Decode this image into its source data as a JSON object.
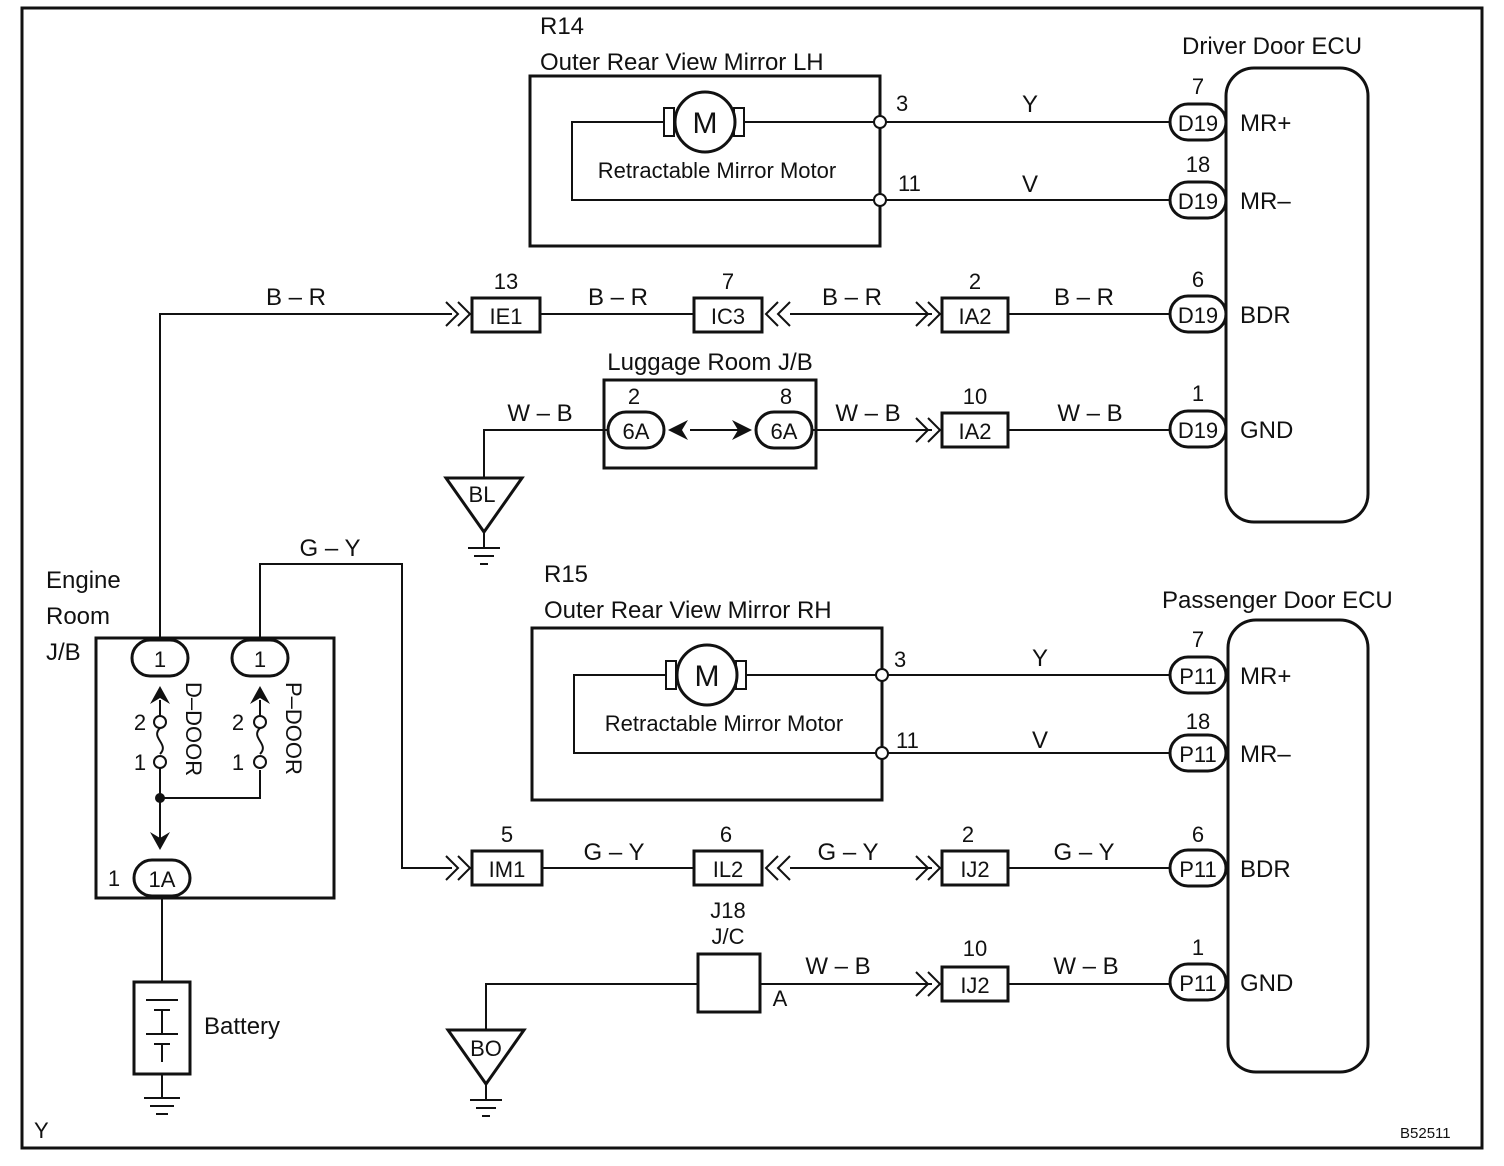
{
  "footer": {
    "code": "Y",
    "figure_id": "B52511"
  },
  "r14": {
    "id": "R14",
    "name": "Outer Rear View Mirror LH",
    "motor_symbol": "M",
    "motor_label": "Retractable Mirror Motor",
    "pin_top": "3",
    "pin_bottom": "11"
  },
  "r15": {
    "id": "R15",
    "name": "Outer Rear View Mirror RH",
    "motor_symbol": "M",
    "motor_label": "Retractable Mirror Motor",
    "pin_top": "3",
    "pin_bottom": "11"
  },
  "driver_ecu": {
    "title": "Driver Door ECU",
    "connector": "D19",
    "terminals": [
      {
        "pin": "7",
        "name": "MR+"
      },
      {
        "pin": "18",
        "name": "MR–"
      },
      {
        "pin": "6",
        "name": "BDR"
      },
      {
        "pin": "1",
        "name": "GND"
      }
    ]
  },
  "passenger_ecu": {
    "title": "Passenger Door ECU",
    "connector": "P11",
    "terminals": [
      {
        "pin": "7",
        "name": "MR+"
      },
      {
        "pin": "18",
        "name": "MR–"
      },
      {
        "pin": "6",
        "name": "BDR"
      },
      {
        "pin": "1",
        "name": "GND"
      }
    ]
  },
  "wires": {
    "y": "Y",
    "v": "V",
    "br": "B – R",
    "wb": "W – B",
    "gy": "G – Y"
  },
  "connectors": {
    "ie1": {
      "label": "IE1",
      "pin": "13"
    },
    "ic3": {
      "label": "IC3",
      "pin": "7"
    },
    "ia2_bdr": {
      "label": "IA2",
      "pin": "2"
    },
    "ia2_gnd": {
      "label": "IA2",
      "pin": "10"
    },
    "im1": {
      "label": "IM1",
      "pin": "5"
    },
    "il2": {
      "label": "IL2",
      "pin": "6"
    },
    "ij2_bdr": {
      "label": "IJ2",
      "pin": "2"
    },
    "ij2_gnd": {
      "label": "IJ2",
      "pin": "10"
    }
  },
  "luggage_jb": {
    "title": "Luggage Room J/B",
    "left": {
      "label": "6A",
      "pin": "2"
    },
    "right": {
      "label": "6A",
      "pin": "8"
    }
  },
  "grounds": {
    "bl": "BL",
    "bo": "BO"
  },
  "j18": {
    "id": "J18",
    "type": "J/C",
    "pin": "A"
  },
  "engine_jb": {
    "title_lines": [
      "Engine",
      "Room",
      "J/B"
    ],
    "left_conn": "1",
    "right_conn": "1",
    "bottom_conn": "1A",
    "bottom_pin": "1",
    "fuse_left": "D–DOOR",
    "fuse_right": "P–DOOR",
    "fuse_pin_top": "2",
    "fuse_pin_bottom": "1"
  },
  "battery": {
    "label": "Battery"
  }
}
